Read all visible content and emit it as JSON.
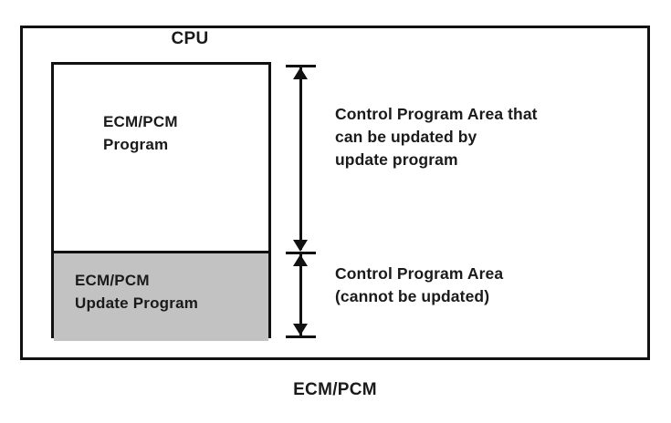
{
  "diagram": {
    "title": "CPU",
    "figure_caption": "ECM/PCM",
    "colors": {
      "stroke": "#111111",
      "background": "#ffffff",
      "protected_region_fill": "#c2c2c2",
      "text": "#1a1a1a"
    },
    "memory_map": {
      "regions": [
        {
          "id": "updatable",
          "label": "ECM/PCM\nProgram",
          "fill": "#ffffff"
        },
        {
          "id": "protected",
          "label": "ECM/PCM\nUpdate Program",
          "fill": "#c2c2c2"
        }
      ]
    },
    "dimension_labels": [
      {
        "id": "updatable-area",
        "text": "Control Program Area that\ncan be updated by\nupdate program"
      },
      {
        "id": "protected-area",
        "text": "Control Program Area\n(cannot be updated)"
      }
    ]
  }
}
